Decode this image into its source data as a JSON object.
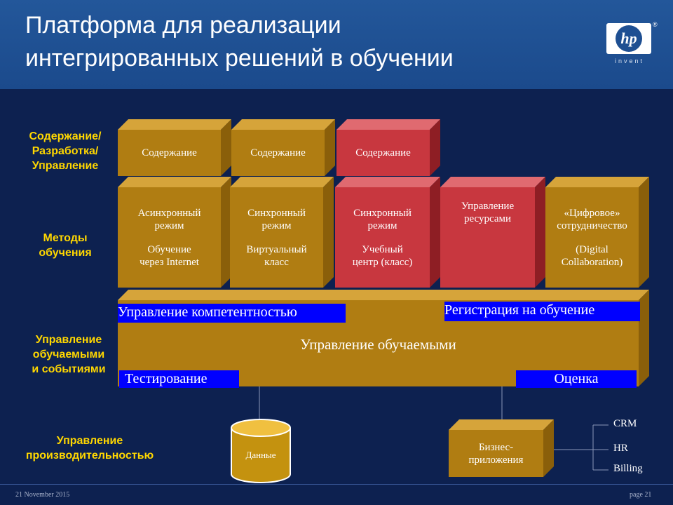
{
  "title": {
    "line1": "Платформа для реализации",
    "line2": "интегрированных решений в обучении"
  },
  "logo": {
    "text": "invent",
    "reg": "®"
  },
  "colors": {
    "background": "#0d2150",
    "header": "#1e4f92",
    "box_gold": "#b07d12",
    "box_red": "#c8373f",
    "label_yellow": "#ffd700",
    "highlight_blue": "#0000ff"
  },
  "row_labels": {
    "content": [
      "Содержание/",
      "Разработка/",
      "Управление"
    ],
    "methods": [
      "Методы",
      "обучения"
    ],
    "learners": [
      "Управление",
      "обучаемыми",
      "и событиями"
    ],
    "performance": [
      "Управление",
      "производительностью"
    ]
  },
  "content_boxes": [
    "Содержание",
    "Содержание",
    "Содержание"
  ],
  "method_boxes": {
    "async": {
      "line1": "Асинхронный",
      "line2": "режим",
      "line3": "Обучение",
      "line4": "через Internet"
    },
    "sync_virtual": {
      "line1": "Синхронный",
      "line2": "режим",
      "line3": "Виртуальный",
      "line4": "класс"
    },
    "sync_center": {
      "line1": "Синхронный",
      "line2": "режим",
      "line3": "Учебный",
      "line4": "центр (класс)"
    },
    "resources": {
      "line1": "Управление",
      "line2": "ресурсами"
    },
    "digital": {
      "line1": "«Цифровое»",
      "line2": "сотрудничество",
      "line3": "(Digital",
      "line4": "Collaboration)"
    }
  },
  "learner_block": {
    "main": "Управление обучаемыми",
    "competence": "Управление компетентностью",
    "registration": "Регистрация на обучение",
    "testing": "Тестирование",
    "assessment": "Оценка"
  },
  "data_cylinder": "Данные",
  "business_apps": {
    "line1": "Бизнес-",
    "line2": "приложения"
  },
  "business_systems": [
    "CRM",
    "HR",
    "Billing"
  ],
  "footer": {
    "date": "21 November 2015",
    "page": "page 21"
  }
}
